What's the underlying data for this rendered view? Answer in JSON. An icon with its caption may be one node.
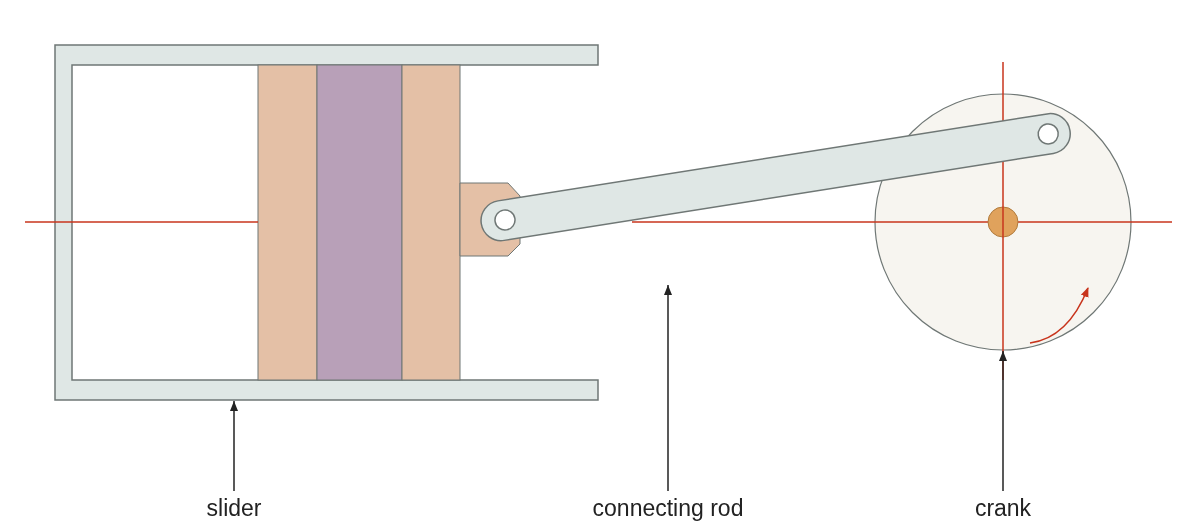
{
  "diagram": {
    "nodes": [
      {
        "text": [],
        "shape": "box"
      },
      {
        "text": [],
        "shape": "bar"
      },
      {
        "text": [],
        "shape": "circle"
      },
      {
        "text": [
          "slider"
        ]
      },
      {
        "text": [
          "connecting rod"
        ]
      },
      {
        "text": [
          "crank"
        ]
      }
    ],
    "edges": [
      {
        "from": 3,
        "to": 0,
        "arrow": "to"
      },
      {
        "from": 4,
        "to": null,
        "arrow": "to"
      },
      {
        "from": 5,
        "to": 2,
        "arrow": "to"
      }
    ]
  }
}
